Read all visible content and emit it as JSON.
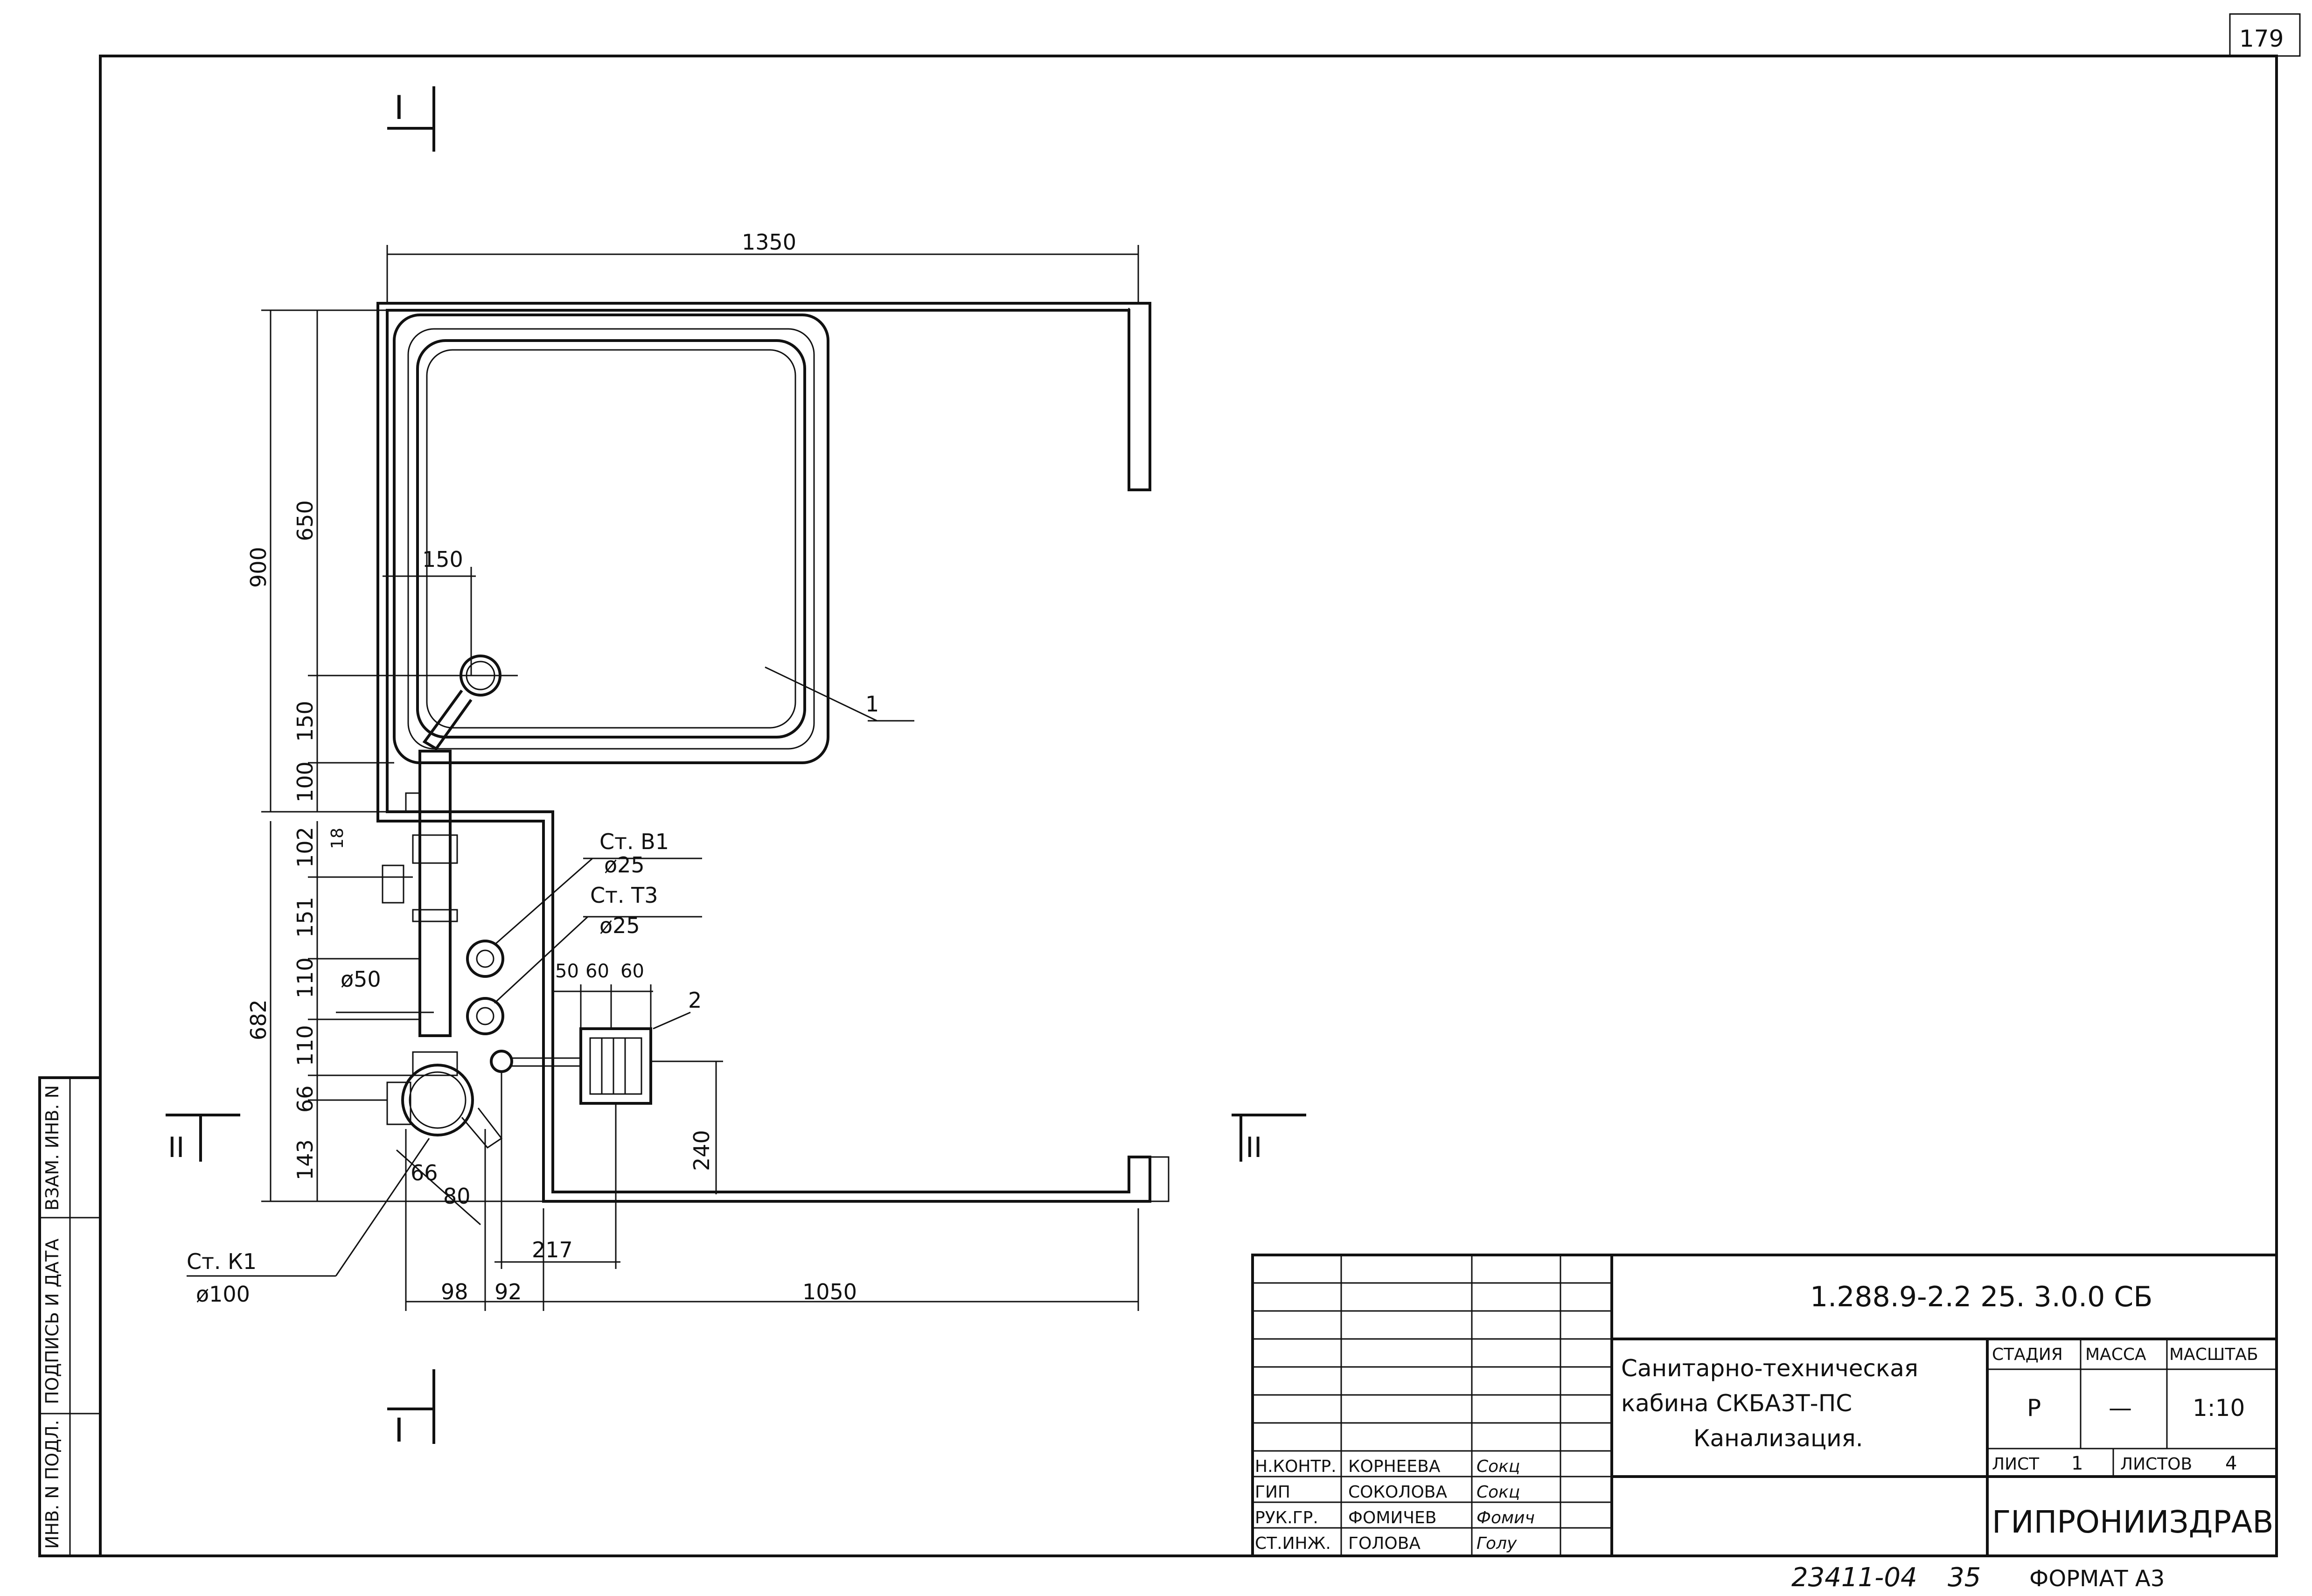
{
  "sheet_corner_number": "179",
  "document_code": "1.288.9-2.2 25. 3.0.0 СБ",
  "title_lines": [
    "Санитарно-техническая",
    "кабина СКБА3Т-ПС",
    "Канализация."
  ],
  "stage_header": "СТАДИЯ",
  "mass_header": "МАССА",
  "scale_header": "МАСШТАБ",
  "stage_value": "Р",
  "mass_value": "—",
  "scale_value": "1:10",
  "sheet_label": "ЛИСТ",
  "sheet_value": "1",
  "sheets_label": "ЛИСТОВ",
  "sheets_value": "4",
  "organization": "ГИПРОНИИЗДРАВ",
  "signatures": [
    {
      "role": "Н.КОНТР.",
      "name": "КОРНЕЕВА",
      "sign": "Сокц"
    },
    {
      "role": "ГИП",
      "name": "СОКОЛОВА",
      "sign": "Сокц"
    },
    {
      "role": "РУК.ГР.",
      "name": "ФОМИЧЕВ",
      "sign": "Фомич"
    },
    {
      "role": "СТ.ИНЖ.",
      "name": "ГОЛОВА",
      "sign": "Голу"
    }
  ],
  "side_stamp": [
    "ИНВ. N ПОДЛ.",
    "ПОДПИСЬ И ДАТА",
    "ВЗАМ. ИНВ. N"
  ],
  "archive_number": "23411-04",
  "archive_suffix": "35",
  "format_label": "ФОРМАТ А3",
  "section_marks": {
    "top": "I",
    "bottom": "I",
    "left": "II",
    "right": "II"
  },
  "dimensions": {
    "d1350": "1350",
    "d900": "900",
    "d650": "650",
    "d150a": "150",
    "d150b": "150",
    "d100": "100",
    "d18": "18",
    "d682": "682",
    "d102": "102",
    "d151": "151",
    "d110a": "110",
    "d110b": "110",
    "d66a": "66",
    "d143": "143",
    "d66b": "66",
    "d80": "80",
    "d98": "98",
    "d92": "92",
    "d217": "217",
    "d1050": "1050",
    "d240": "240",
    "d50": "50",
    "d60a": "60",
    "d60b": "60"
  },
  "callouts": {
    "riser_b1": "Ст. В1",
    "riser_b1_dia": "ø25",
    "riser_t3": "Ст. Т3",
    "riser_t3_dia": "ø25",
    "pipe_dia": "ø50",
    "riser_k1": "Ст. К1",
    "riser_k1_dia": "ø100",
    "pos1": "1",
    "pos2": "2"
  }
}
